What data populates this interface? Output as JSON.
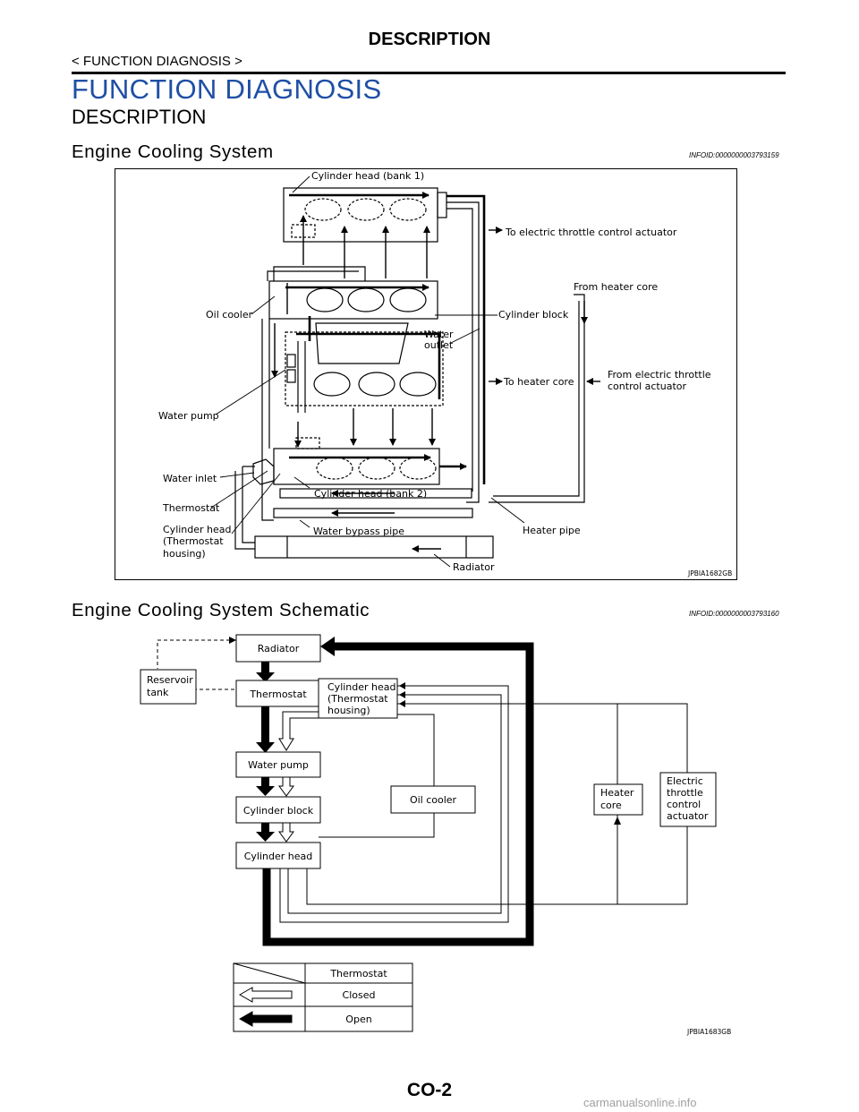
{
  "header": {
    "title": "DESCRIPTION",
    "breadcrumb": "< FUNCTION DIAGNOSIS >"
  },
  "section_title": "FUNCTION DIAGNOSIS",
  "subsection_title": "DESCRIPTION",
  "figure1": {
    "title": "Engine Cooling System",
    "infoid": "INFOID:0000000003793159",
    "code": "JPBIA1682GB",
    "labels": {
      "cyl_head_bank1": "Cylinder head (bank 1)",
      "to_etc": "To electric throttle control actuator",
      "from_heater_core": "From heater core",
      "oil_cooler": "Oil cooler",
      "cylinder_block": "Cylinder block",
      "water_outlet_1": "Water",
      "water_outlet_2": "outlet",
      "to_heater_core": "To heater core",
      "from_etc_1": "From electric throttle",
      "from_etc_2": "control actuator",
      "water_pump": "Water pump",
      "water_inlet": "Water inlet",
      "thermostat": "Thermostat",
      "cyl_head_bank2": "Cylinder head (bank 2)",
      "cyl_head_therm_1": "Cylinder head",
      "cyl_head_therm_2": "(Thermostat",
      "cyl_head_therm_3": "housing)",
      "water_bypass": "Water bypass pipe",
      "heater_pipe": "Heater pipe",
      "radiator": "Radiator"
    }
  },
  "figure2": {
    "title": "Engine Cooling System Schematic",
    "infoid": "INFOID:0000000003793160",
    "code": "JPBIA1683GB",
    "boxes": {
      "radiator": "Radiator",
      "reservoir_1": "Reservoir",
      "reservoir_2": "tank",
      "thermostat": "Thermostat",
      "cyl_head_therm_1": "Cylinder head",
      "cyl_head_therm_2": "(Thermostat",
      "cyl_head_therm_3": "housing)",
      "water_pump": "Water pump",
      "oil_cooler": "Oil cooler",
      "heater_1": "Heater",
      "heater_2": "core",
      "etc_1": "Electric",
      "etc_2": "throttle",
      "etc_3": "control",
      "etc_4": "actuator",
      "cylinder_block": "Cylinder block",
      "cylinder_head": "Cylinder head"
    },
    "legend": {
      "header": "Thermostat",
      "closed": "Closed",
      "open": "Open"
    }
  },
  "footer": {
    "page": "CO-2",
    "watermark": "carmanualsonline.info"
  }
}
